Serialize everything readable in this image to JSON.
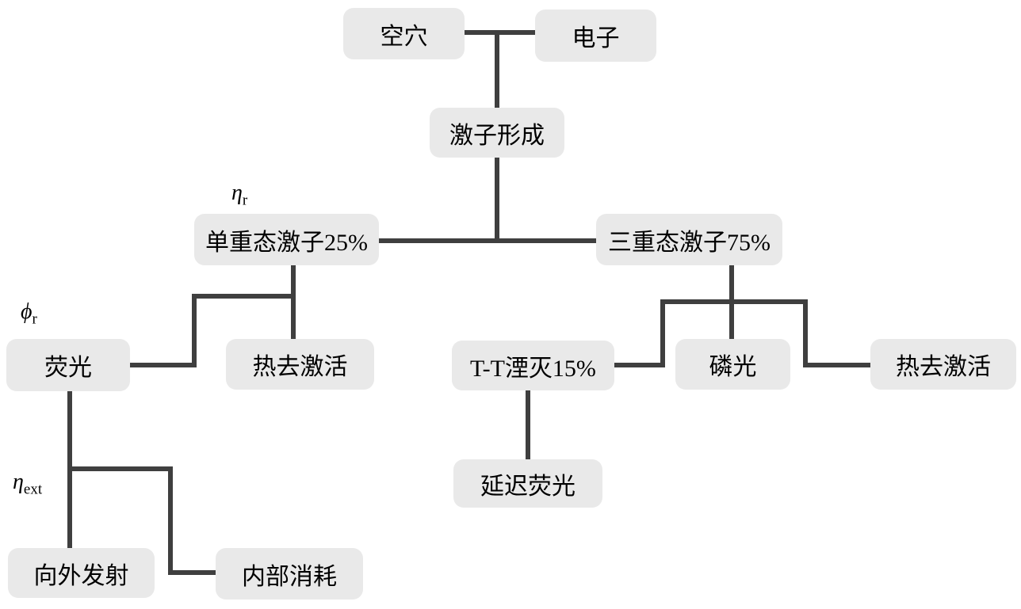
{
  "colors": {
    "background": "#ffffff",
    "box_fill": "#e9e9e9",
    "line": "#3f3f3f",
    "text": "#000000"
  },
  "nodes": {
    "hole": "空穴",
    "electron": "电子",
    "exciton_formation": "激子形成",
    "singlet_exciton": "单重态激子25%",
    "triplet_exciton": "三重态激子75%",
    "fluorescence": "荧光",
    "thermal_deactivation_left": "热去激活",
    "tt_annihilation": "T-T湮灭15%",
    "phosphorescence": "磷光",
    "thermal_deactivation_right": "热去激活",
    "delayed_fluorescence": "延迟荧光",
    "outward_emission": "向外发射",
    "internal_consumption": "内部消耗"
  },
  "greek_labels": {
    "eta_r": {
      "base": "η",
      "sub": "r"
    },
    "phi_r": {
      "base": "ϕ",
      "sub": "r"
    },
    "eta_ext": {
      "base": "η",
      "sub": "ext"
    }
  }
}
